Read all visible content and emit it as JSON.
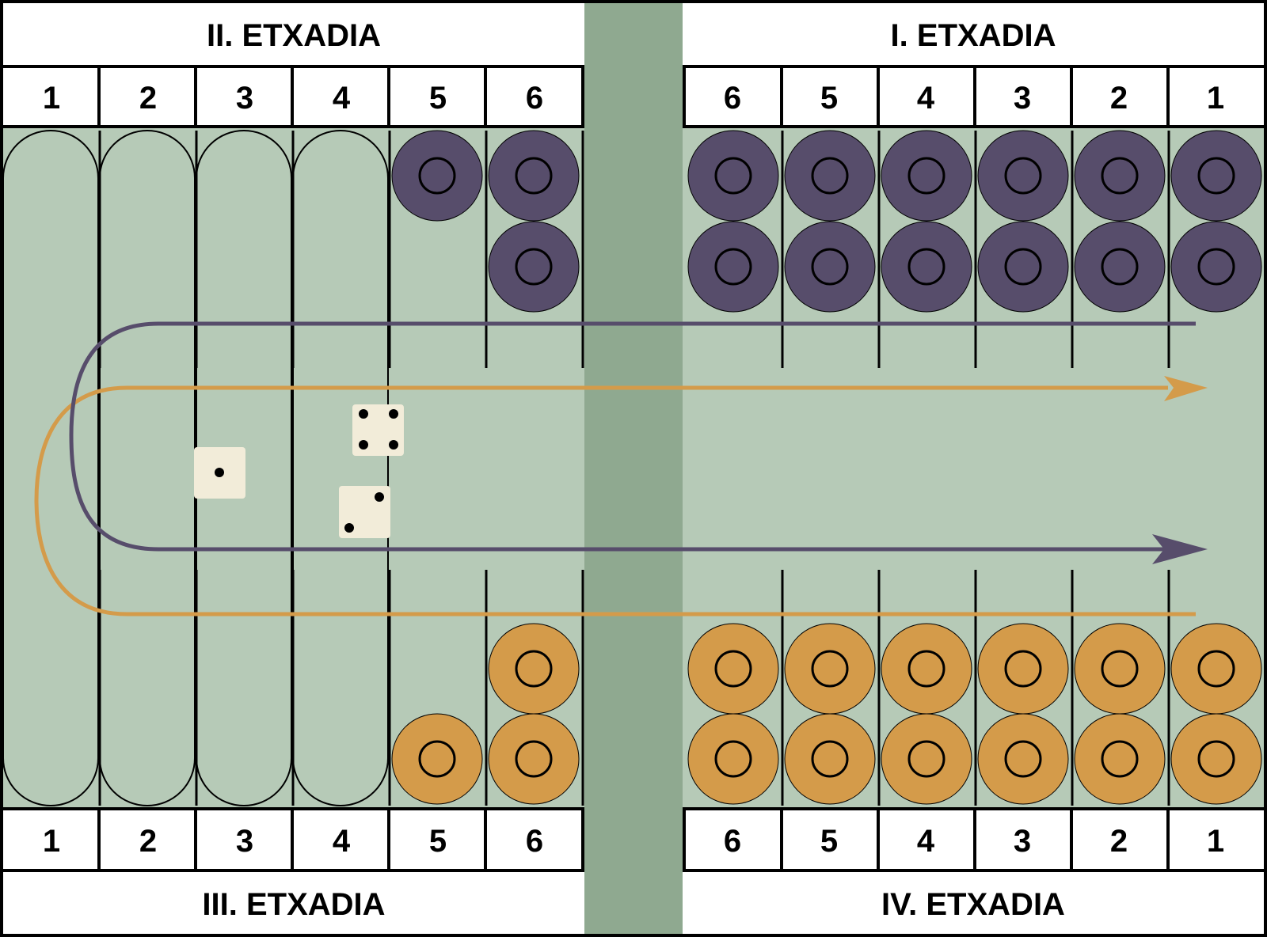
{
  "quadrants": {
    "top_left": "II. ETXADIA",
    "top_right": "I. ETXADIA",
    "bottom_left": "III. ETXADIA",
    "bottom_right": "IV. ETXADIA"
  },
  "point_numbers": {
    "left": [
      "1",
      "2",
      "3",
      "4",
      "5",
      "6"
    ],
    "right": [
      "6",
      "5",
      "4",
      "3",
      "2",
      "1"
    ]
  },
  "checkers": {
    "purple": {
      "color": "#574d6b",
      "counts_left": [
        0,
        0,
        0,
        0,
        1,
        2
      ],
      "counts_right": [
        2,
        2,
        2,
        2,
        2,
        2
      ]
    },
    "orange": {
      "color": "#d49b4a",
      "counts_left": [
        0,
        0,
        0,
        0,
        1,
        2
      ],
      "counts_right": [
        2,
        2,
        2,
        2,
        2,
        2
      ]
    }
  },
  "dice": [
    1,
    4,
    2
  ],
  "colors": {
    "felt": "#b6cab7",
    "bar": "#8fa990",
    "frame": "#000000",
    "label_bg": "#ffffff",
    "die": "#f2ecd9",
    "purple_path": "#574d6b",
    "orange_path": "#d49b4a"
  },
  "icons": {
    "purple_checker": "checker-purple",
    "orange_checker": "checker-orange",
    "die": "die",
    "path_arrow": "arrow"
  }
}
